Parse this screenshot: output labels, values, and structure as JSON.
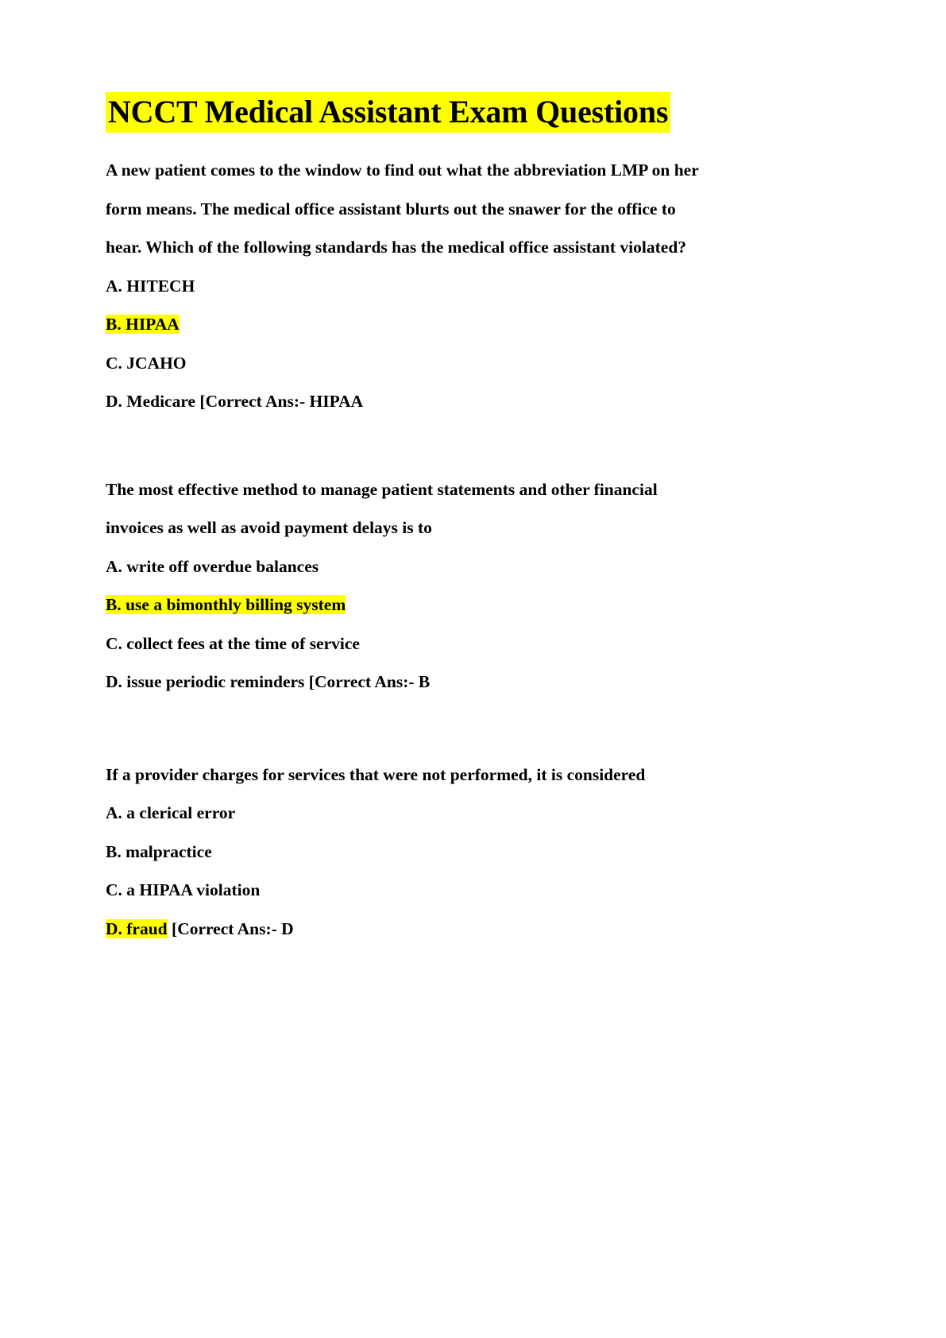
{
  "document": {
    "title": "NCCT Medical Assistant Exam Questions",
    "title_highlighted": true,
    "highlight_color": "#ffff00",
    "text_color": "#000000",
    "background_color": "#ffffff"
  },
  "questions": [
    {
      "id": "q1",
      "stem_lines": [
        "A new patient comes to the window to find out what the abbreviation LMP on her",
        "form means. The medical office assistant blurts out the snawer for the office to",
        "hear. Which of the following standards has the medical office assistant violated?"
      ],
      "options": [
        {
          "label": "A. HITECH",
          "highlighted": false,
          "tail": ""
        },
        {
          "label": "B. HIPAA",
          "highlighted": true,
          "tail": ""
        },
        {
          "label": "C. JCAHO",
          "highlighted": false,
          "tail": ""
        },
        {
          "label": "D. Medicare [Correct Ans:- HIPAA",
          "highlighted": false,
          "tail": ""
        }
      ]
    },
    {
      "id": "q2",
      "stem_lines": [
        "The most effective method to manage patient statements and other financial",
        "invoices as well as avoid payment delays is to"
      ],
      "options": [
        {
          "label": "A. write off overdue balances",
          "highlighted": false,
          "tail": ""
        },
        {
          "label": "B. use a bimonthly billing system",
          "highlighted": true,
          "tail": ""
        },
        {
          "label": "C. collect fees at the time of service",
          "highlighted": false,
          "tail": ""
        },
        {
          "label": "D. issue periodic reminders [Correct Ans:- B",
          "highlighted": false,
          "tail": ""
        }
      ]
    },
    {
      "id": "q3",
      "stem_lines": [
        "If a provider charges for services that were not performed, it is considered"
      ],
      "options": [
        {
          "label": "A. a clerical error",
          "highlighted": false,
          "tail": ""
        },
        {
          "label": "B. malpractice",
          "highlighted": false,
          "tail": ""
        },
        {
          "label": "C. a HIPAA violation",
          "highlighted": false,
          "tail": ""
        },
        {
          "label": "D. fraud",
          "highlighted": true,
          "tail": " [Correct Ans:- D"
        }
      ]
    }
  ]
}
